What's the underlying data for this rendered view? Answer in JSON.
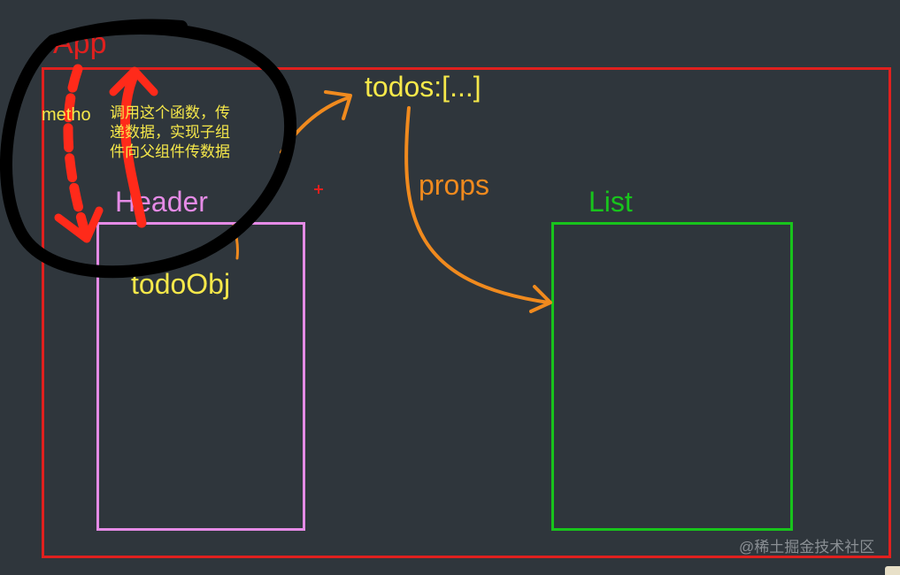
{
  "labels": {
    "app": "App",
    "header": "Header",
    "list": "List",
    "todos": "todos:[...]",
    "props": "props",
    "todoObj": "todoObj",
    "method": "metho"
  },
  "note": "调用这个函数，传递数据，实现子组件向父组件传数据",
  "watermark": "@稀土掘金技术社区",
  "colors": {
    "background": "#2f363c",
    "app_border": "#e0201e",
    "header_border": "#e58be6",
    "list_border": "#18c41c",
    "yellow_text": "#f6e84a",
    "orange_arrow": "#f08a1e",
    "red_arrow": "#ff2a1a",
    "black_scribble": "#000000"
  }
}
